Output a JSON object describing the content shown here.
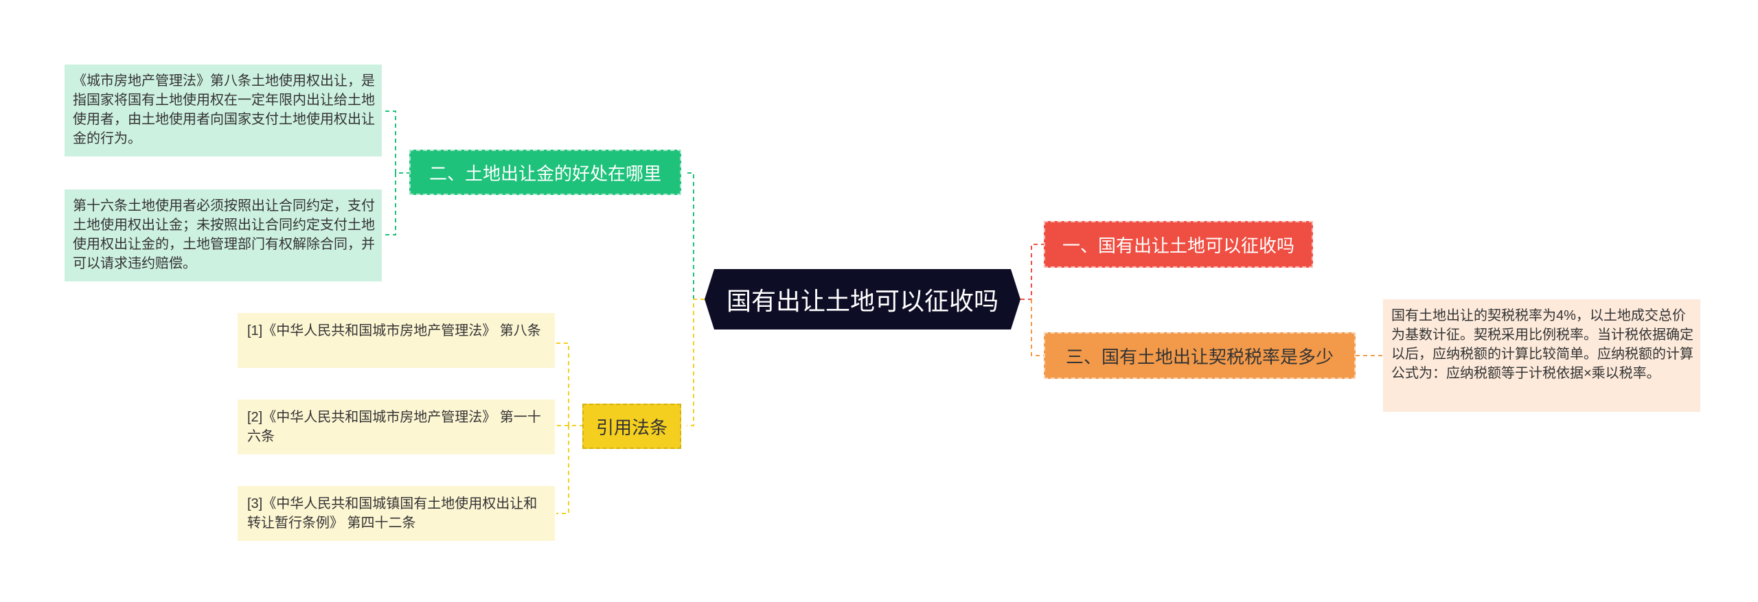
{
  "center": {
    "title": "国有出让土地可以征收吗"
  },
  "colors": {
    "center_bg": "#0d0d26",
    "green": "#1ec27b",
    "green_light": "#cdf1e1",
    "yellow": "#f4cf1f",
    "yellow_light": "#fdf6d3",
    "red": "#ef4e42",
    "orange": "#f39a4a",
    "orange_light": "#fdeadb"
  },
  "branches": {
    "green": {
      "label": "二、土地出让金的好处在哪里",
      "leaves": [
        "《城市房地产管理法》第八条土地使用权出让，是指国家将国有土地使用权在一定年限内出让给土地使用者，由土地使用者向国家支付土地使用权出让金的行为。",
        "第十六条土地使用者必须按照出让合同约定，支付土地使用权出让金；未按照出让合同约定支付土地使用权出让金的，土地管理部门有权解除合同，并可以请求违约赔偿。"
      ]
    },
    "yellow": {
      "label": "引用法条",
      "leaves": [
        "[1]《中华人民共和国城市房地产管理法》 第八条",
        "[2]《中华人民共和国城市房地产管理法》 第一十六条",
        "[3]《中华人民共和国城镇国有土地使用权出让和转让暂行条例》 第四十二条"
      ]
    },
    "red": {
      "label": "一、国有出让土地可以征收吗"
    },
    "orange": {
      "label": "三、国有土地出让契税税率是多少",
      "leaves": [
        "国有土地出让的契税税率为4%，以土地成交总价为基数计征。契税采用比例税率。当计税依据确定以后，应纳税额的计算比较简单。应纳税额的计算公式为：应纳税额等于计税依据×乘以税率。"
      ]
    }
  }
}
